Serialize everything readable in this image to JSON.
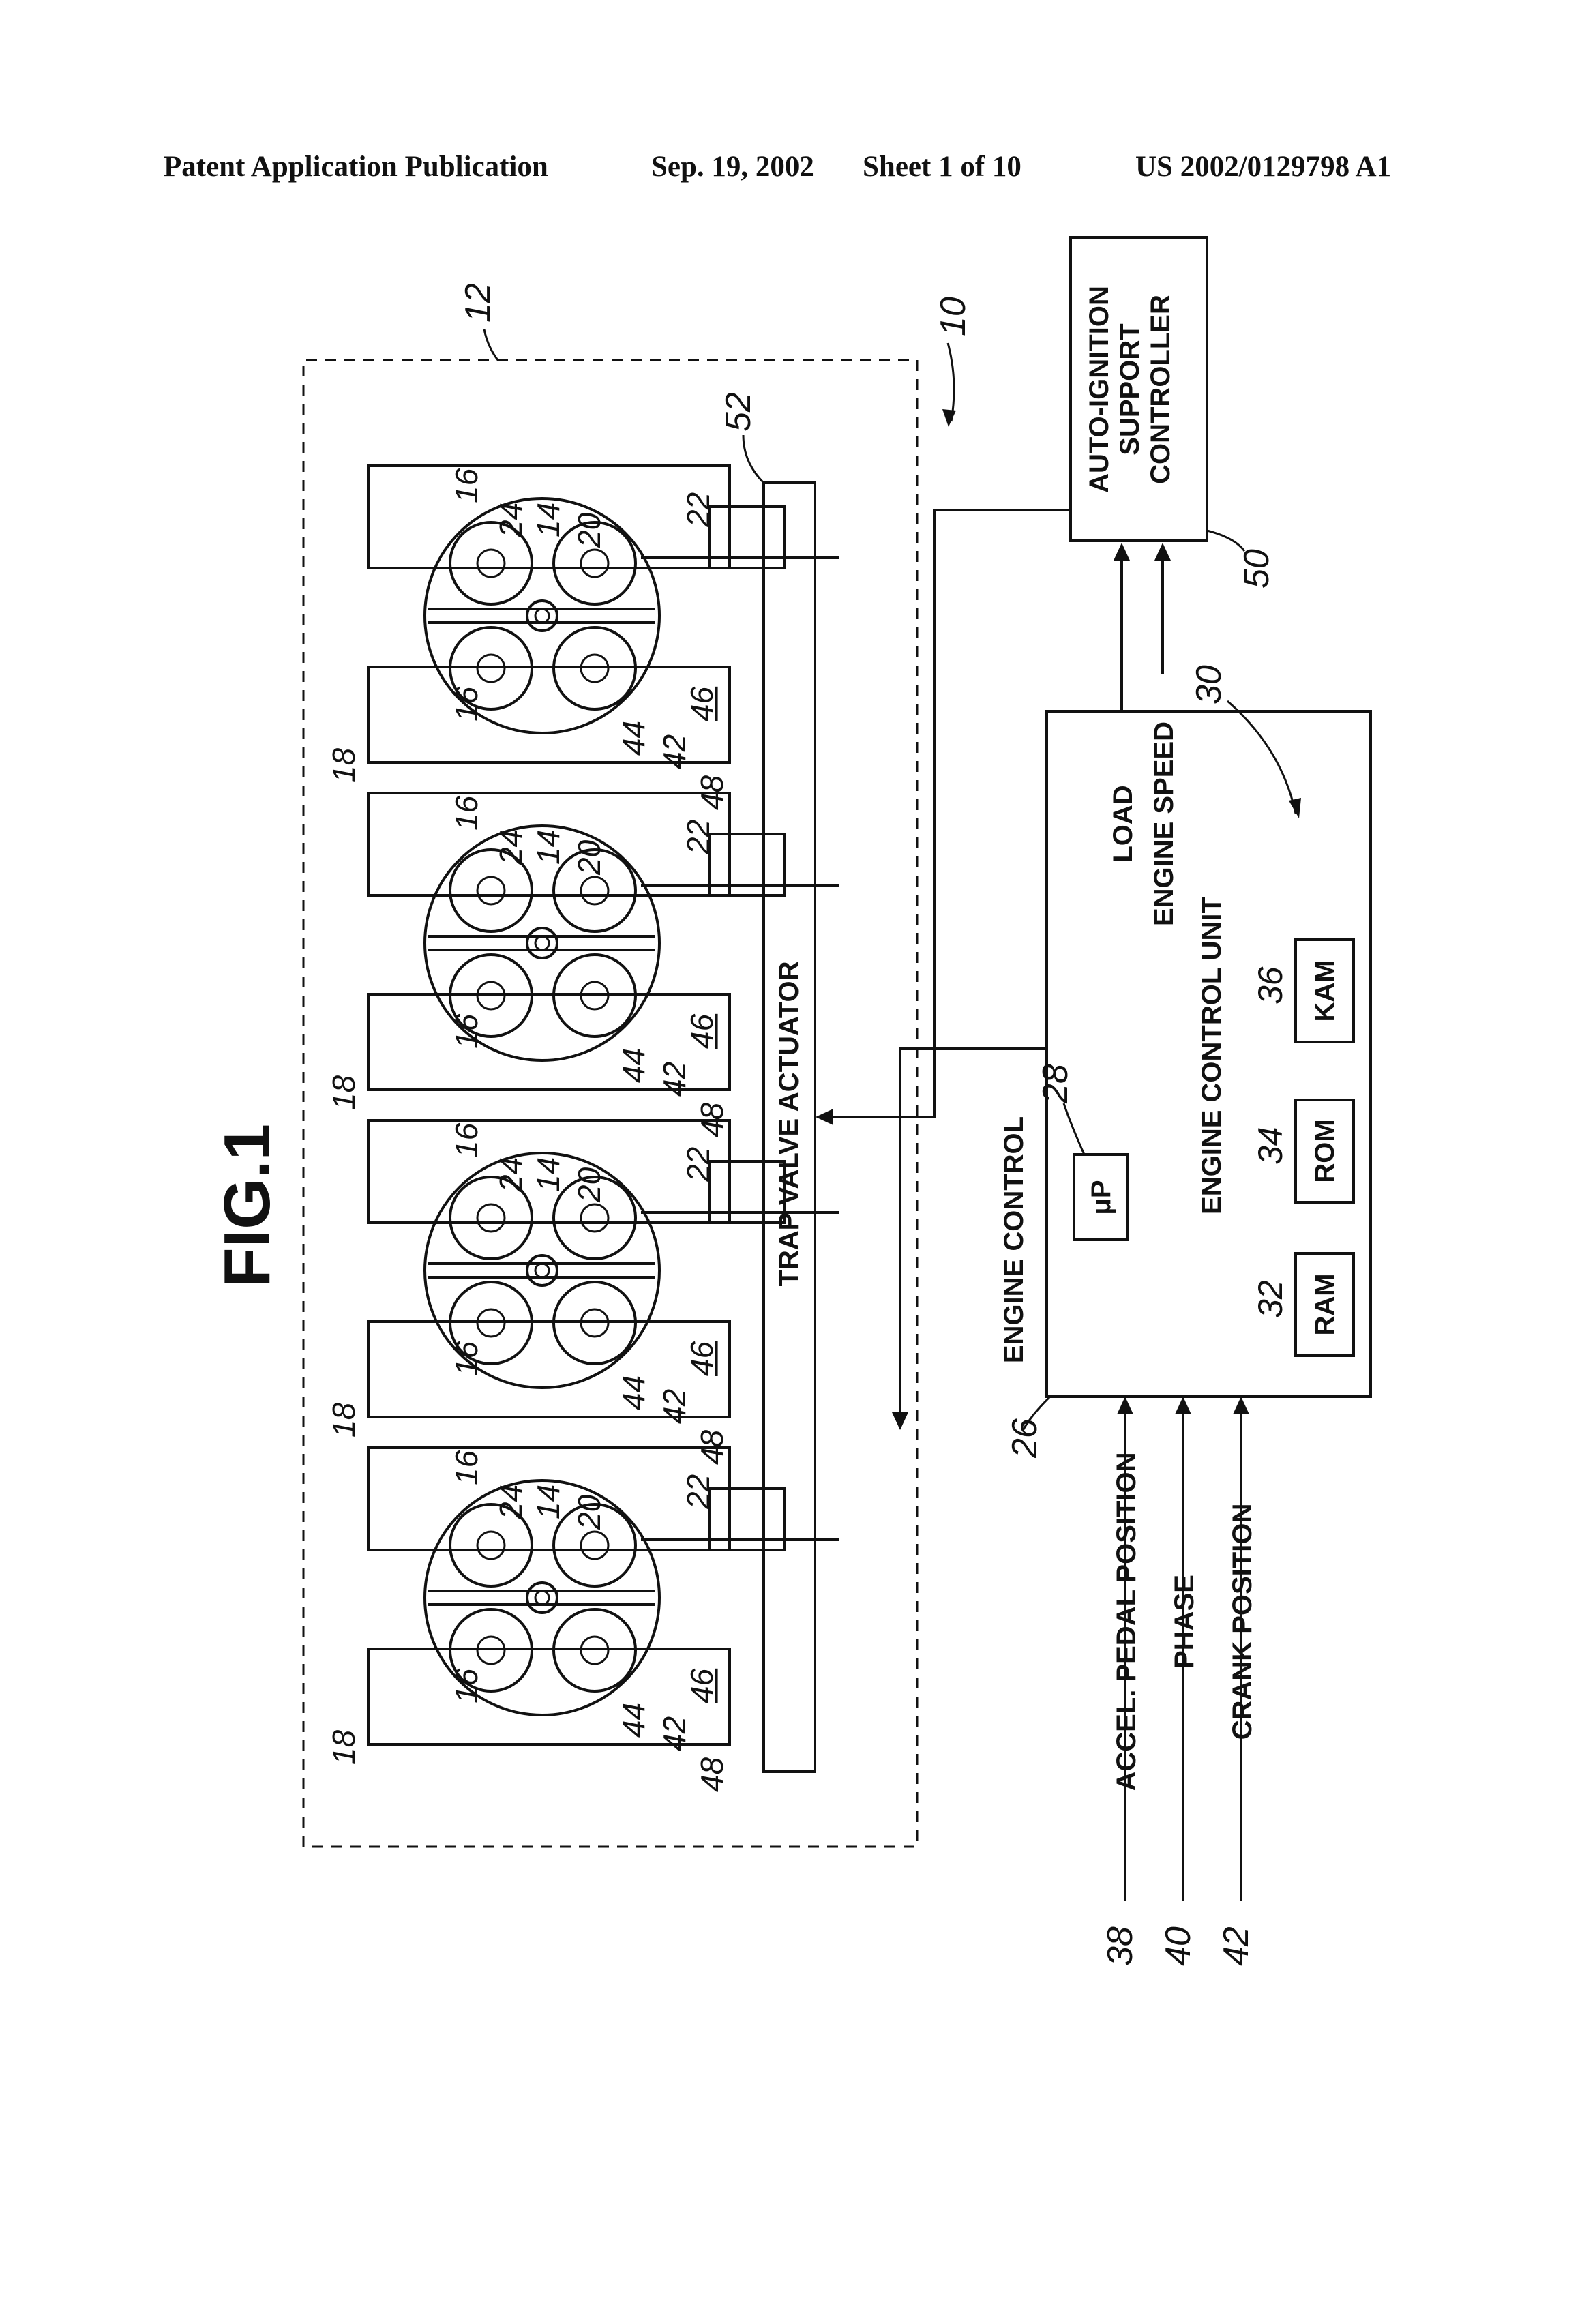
{
  "header": {
    "publication": "Patent Application Publication",
    "date": "Sep. 19, 2002",
    "sheet": "Sheet 1 of 10",
    "number": "US 2002/0129798 A1"
  },
  "figure": {
    "title": "FIG.1",
    "ref_system": "10",
    "ref_engine": "12",
    "cylinder_refs": {
      "r14": "14",
      "r16": "16",
      "r18": "18",
      "r20": "20",
      "r22": "22",
      "r24": "24",
      "r42": "42",
      "r44": "44",
      "r46": "46",
      "r48": "48"
    },
    "trap_valve_actuator": {
      "label": "TRAP VALVE ACTUATOR",
      "ref": "52"
    },
    "auto_ignition_controller": {
      "lines": [
        "AUTO-IGNITION",
        "SUPPORT",
        "CONTROLLER"
      ],
      "ref": "50"
    },
    "engine_control_unit": {
      "label": "ENGINE CONTROL UNIT",
      "ref": "26",
      "ref_group": "30",
      "microprocessor": {
        "label": "μP",
        "ref": "28"
      },
      "ram": {
        "label": "RAM",
        "ref": "32"
      },
      "rom": {
        "label": "ROM",
        "ref": "34"
      },
      "kam": {
        "label": "KAM",
        "ref": "36"
      }
    },
    "signals": {
      "engine_control": "ENGINE CONTROL",
      "load": "LOAD",
      "engine_speed": "ENGINE SPEED",
      "inputs": [
        {
          "label": "ACCEL. PEDAL POSITION",
          "ref": "38"
        },
        {
          "label": "PHASE",
          "ref": "40"
        },
        {
          "label": "CRANK POSITION",
          "ref": "42"
        }
      ]
    }
  }
}
